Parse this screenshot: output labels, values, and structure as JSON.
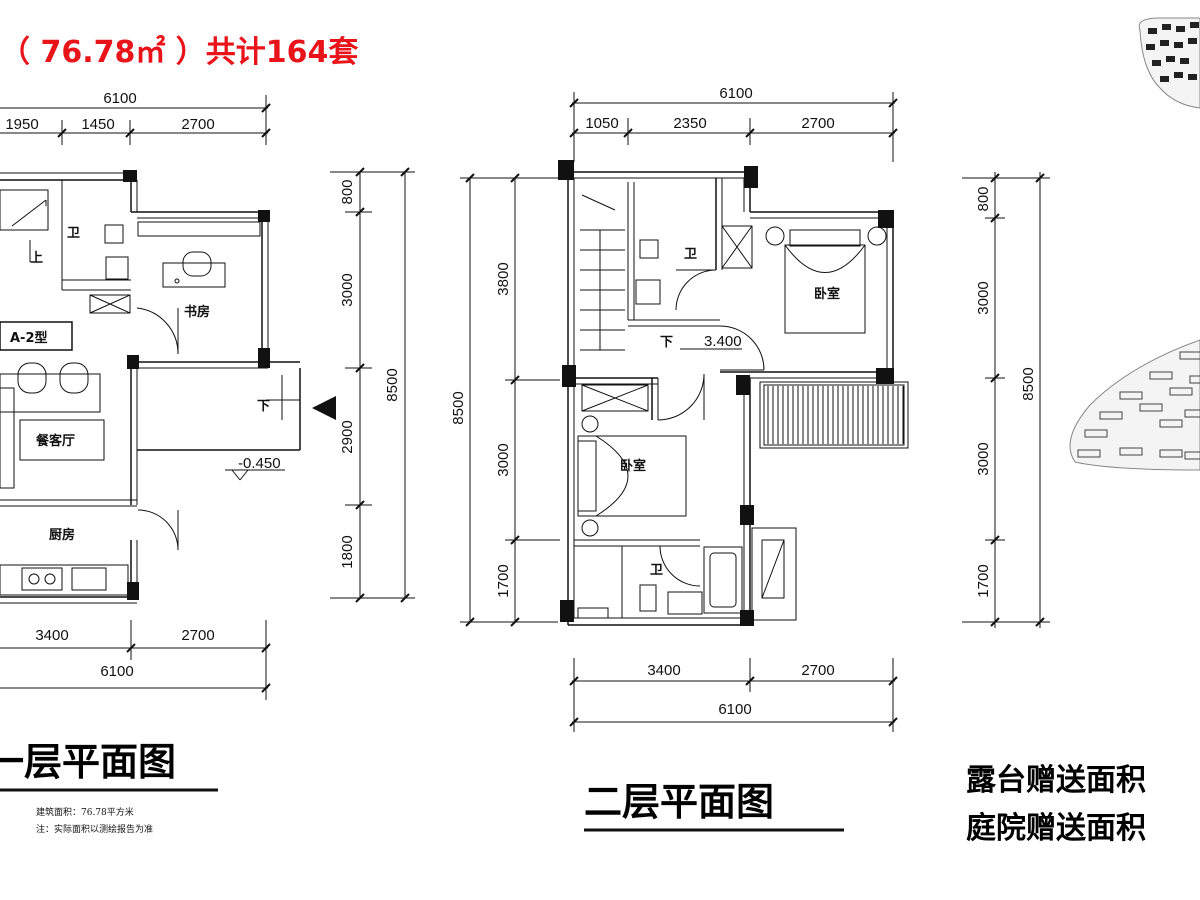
{
  "header": {
    "title_red": "（ 76.78㎡ ）共计164套"
  },
  "floor1": {
    "top_total": "6100",
    "top_segments": [
      "1950",
      "1450",
      "2700"
    ],
    "right_segments": [
      "800",
      "3000",
      "2900",
      "1800"
    ],
    "right_total": "8500",
    "bottom_segments": [
      "3400",
      "2700"
    ],
    "bottom_total": "6100",
    "rooms": {
      "bath": "卫",
      "study": "书房",
      "type": "A-2型",
      "living": "餐客厅",
      "kitchen": "厨房",
      "up": "上",
      "down": "下"
    },
    "level": "-0.450",
    "plan_title": "一层平面图",
    "note1": "建筑面积：76.78平方米",
    "note2": "注：实际面积以测绘报告为准"
  },
  "floor2": {
    "top_total": "6100",
    "top_segments": [
      "1050",
      "2350",
      "2700"
    ],
    "left_segments": [
      "3800",
      "3000",
      "1700"
    ],
    "left_total": "8500",
    "bottom_segments": [
      "3400",
      "2700"
    ],
    "bottom_total": "6100",
    "rooms": {
      "bath_top": "卫",
      "bedroom_top": "卧室",
      "bedroom_bottom": "卧室",
      "bath_bottom": "卫",
      "down": "下"
    },
    "level": "3.400",
    "plan_title": "二层平面图"
  },
  "side": {
    "right_segments": [
      "800",
      "3000",
      "3000",
      "1700"
    ],
    "right_total": "8500"
  },
  "gift": {
    "line1": "露台赠送面积",
    "line2": "庭院赠送面积"
  }
}
